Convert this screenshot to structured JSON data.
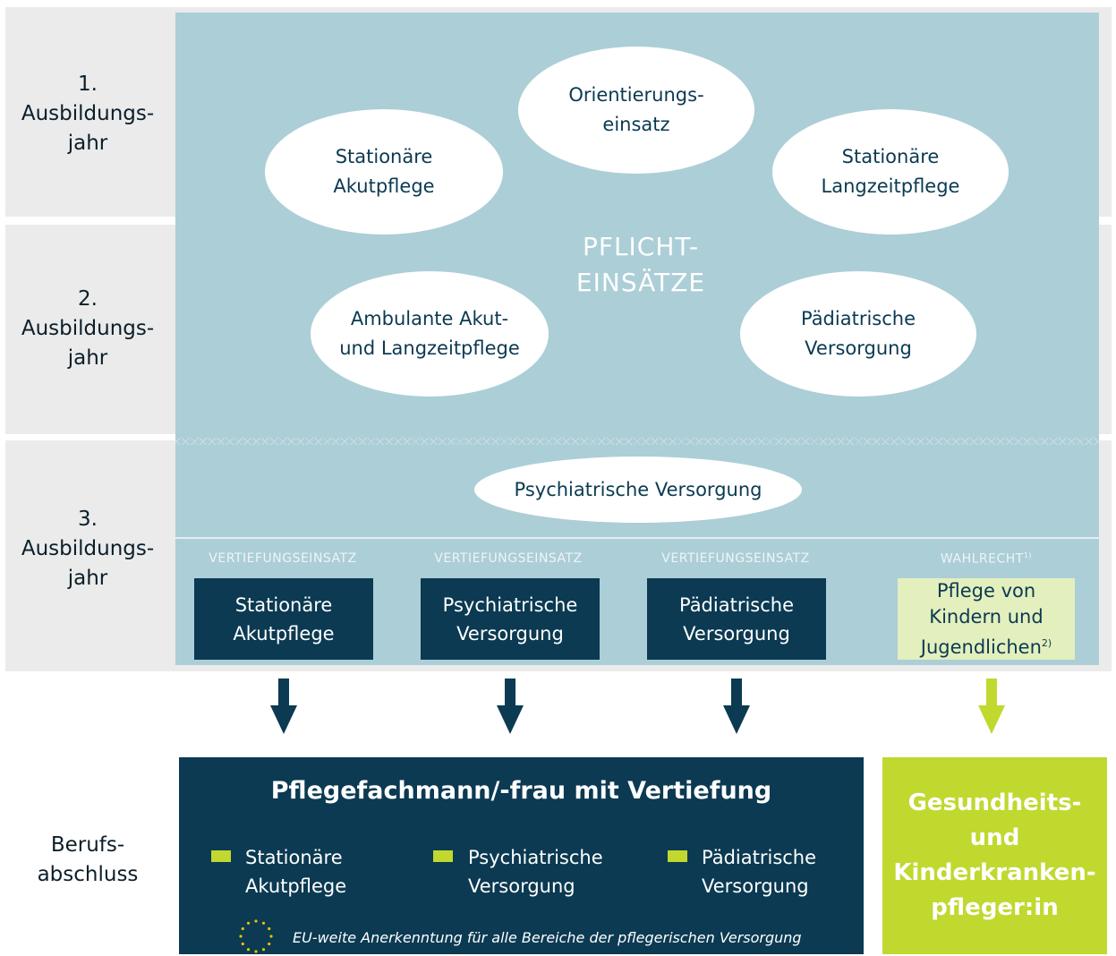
{
  "years": [
    {
      "label": "1.\nAusbildungs-\njahr"
    },
    {
      "label": "2.\nAusbildungs-\njahr"
    },
    {
      "label": "3.\nAusbildungs-\njahr"
    }
  ],
  "pflicht": {
    "center_label": "PFLICHT-\nEINSÄTZE",
    "einsaetze": [
      "Orientierungs-\neinsatz",
      "Stationäre\nAkutpflege",
      "Stationäre\nLangzeitpflege",
      "Ambulante Akut-\nund Langzeitpflege",
      "Pädiatrische\nVersorgung",
      "Psychiatrische Versorgung"
    ]
  },
  "vertiefung": {
    "heading": "VERTIEFUNGSEINSATZ",
    "boxes": [
      "Stationäre\nAkutpflege",
      "Psychiatrische\nVersorgung",
      "Pädiatrische\nVersorgung"
    ]
  },
  "wahlrecht": {
    "heading": "WAHLRECHT",
    "heading_note": "1)",
    "box": "Pflege von\nKindern und\nJugendlichen",
    "box_note": "2)"
  },
  "colors": {
    "dark_blue": "#0b3a52",
    "light_blue": "#acced7",
    "lime": "#c1d82f",
    "pale_lime": "#e3efbd",
    "grey": "#ebebeb"
  },
  "berufsabschluss": {
    "label": "Berufs-\nabschluss",
    "pflegefach": {
      "title": "Pflegefachmann/-frau mit Vertiefung",
      "items": [
        "Stationäre\nAkutpflege",
        "Psychiatrische\nVersorgung",
        "Pädiatrische\nVersorgung"
      ],
      "eu_note": "EU-weite Anerkenntung für alle Bereiche der pflegerischen Versorgung"
    },
    "gesundheit": "Gesundheits-\nund\nKinderkranken-\npfleger:in"
  },
  "icons": [
    "arrow-down-icon",
    "eu-stars-icon",
    "bullet-square-icon"
  ]
}
